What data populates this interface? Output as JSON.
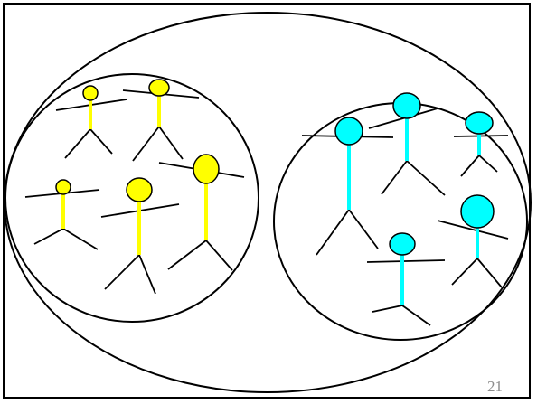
{
  "slide": {
    "page_number": "21"
  },
  "colors": {
    "outline": "#000000",
    "group_left_fill": "#ffff00",
    "group_right_fill": "#00ffff",
    "page_number": "#8c8c8c"
  },
  "groups": [
    {
      "name": "yellow-group",
      "color_key": "group_left_fill",
      "member_count": 5
    },
    {
      "name": "cyan-group",
      "color_key": "group_right_fill",
      "member_count": 5
    }
  ]
}
